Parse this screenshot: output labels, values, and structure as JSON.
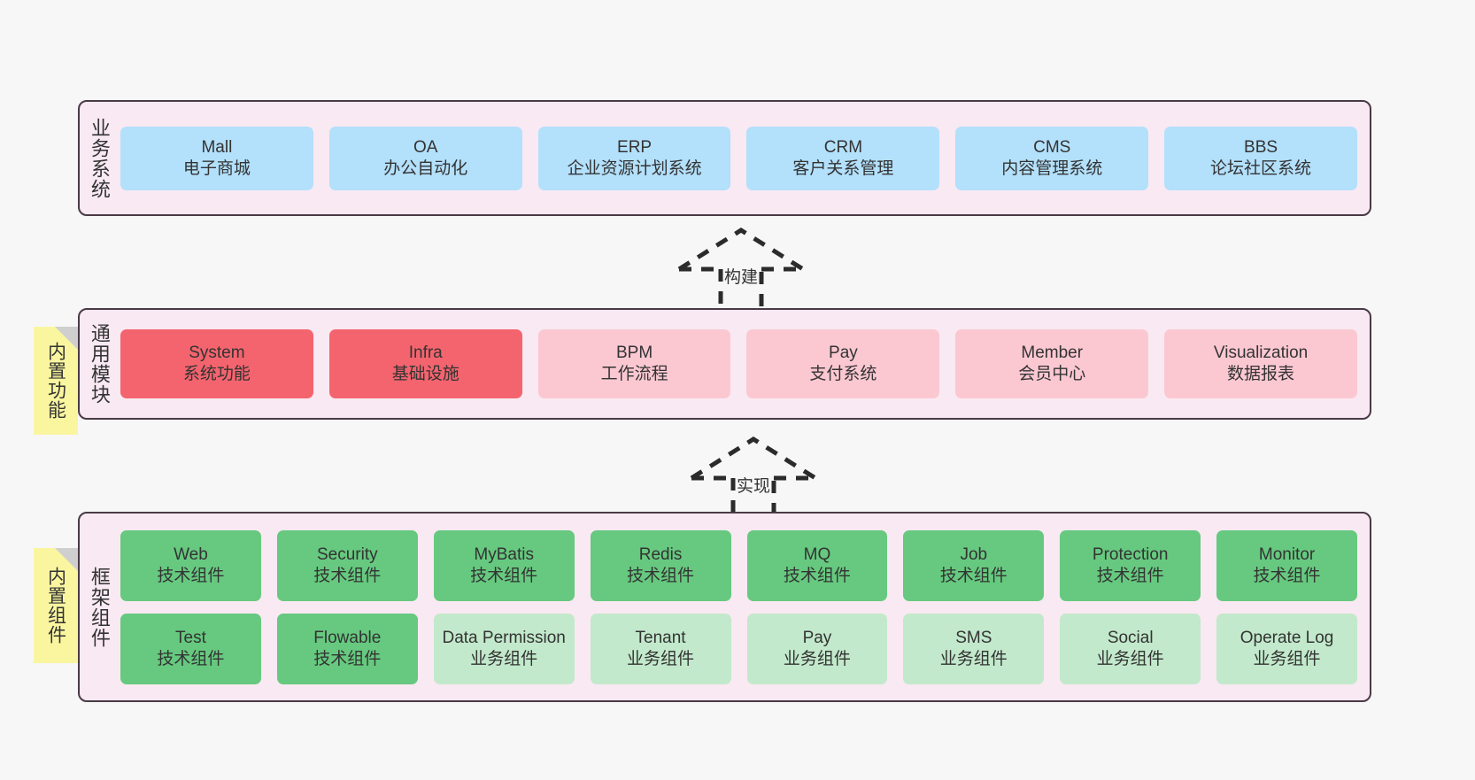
{
  "diagram": {
    "background": "#f7f7f7",
    "panel_fill": "#f9e9f2",
    "panel_border": "#4a3a46"
  },
  "notes": [
    {
      "label": "内置功能",
      "color": "#faf6a0"
    },
    {
      "label": "内置组件",
      "color": "#faf6a0"
    }
  ],
  "arrows": [
    {
      "label": "构建",
      "style": "dashed-hollow-up"
    },
    {
      "label": "实现",
      "style": "dashed-hollow-up"
    }
  ],
  "layers": [
    {
      "title": "业务系统",
      "rows": [
        {
          "cards": [
            {
              "name": "Mall",
              "desc": "电子商城",
              "color": "#b3e0fb"
            },
            {
              "name": "OA",
              "desc": "办公自动化",
              "color": "#b3e0fb"
            },
            {
              "name": "ERP",
              "desc": "企业资源计划系统",
              "color": "#b3e0fb"
            },
            {
              "name": "CRM",
              "desc": "客户关系管理",
              "color": "#b3e0fb"
            },
            {
              "name": "CMS",
              "desc": "内容管理系统",
              "color": "#b3e0fb"
            },
            {
              "name": "BBS",
              "desc": "论坛社区系统",
              "color": "#b3e0fb"
            }
          ]
        }
      ]
    },
    {
      "title": "通用模块",
      "rows": [
        {
          "cards": [
            {
              "name": "System",
              "desc": "系统功能",
              "color": "#f4646e"
            },
            {
              "name": "Infra",
              "desc": "基础设施",
              "color": "#f4646e"
            },
            {
              "name": "BPM",
              "desc": "工作流程",
              "color": "#fbc8d2"
            },
            {
              "name": "Pay",
              "desc": "支付系统",
              "color": "#fbc8d2"
            },
            {
              "name": "Member",
              "desc": "会员中心",
              "color": "#fbc8d2"
            },
            {
              "name": "Visualization",
              "desc": "数据报表",
              "color": "#fbc8d2"
            }
          ]
        }
      ]
    },
    {
      "title": "框架组件",
      "rows": [
        {
          "cards": [
            {
              "name": "Web",
              "desc": "技术组件",
              "color": "#66c97f"
            },
            {
              "name": "Security",
              "desc": "技术组件",
              "color": "#66c97f"
            },
            {
              "name": "MyBatis",
              "desc": "技术组件",
              "color": "#66c97f"
            },
            {
              "name": "Redis",
              "desc": "技术组件",
              "color": "#66c97f"
            },
            {
              "name": "MQ",
              "desc": "技术组件",
              "color": "#66c97f"
            },
            {
              "name": "Job",
              "desc": "技术组件",
              "color": "#66c97f"
            },
            {
              "name": "Protection",
              "desc": "技术组件",
              "color": "#66c97f"
            },
            {
              "name": "Monitor",
              "desc": "技术组件",
              "color": "#66c97f"
            }
          ]
        },
        {
          "cards": [
            {
              "name": "Test",
              "desc": "技术组件",
              "color": "#66c97f"
            },
            {
              "name": "Flowable",
              "desc": "技术组件",
              "color": "#66c97f"
            },
            {
              "name": "Data Permission",
              "desc": "业务组件",
              "color": "#c2e9cb"
            },
            {
              "name": "Tenant",
              "desc": "业务组件",
              "color": "#c2e9cb"
            },
            {
              "name": "Pay",
              "desc": "业务组件",
              "color": "#c2e9cb"
            },
            {
              "name": "SMS",
              "desc": "业务组件",
              "color": "#c2e9cb"
            },
            {
              "name": "Social",
              "desc": "业务组件",
              "color": "#c2e9cb"
            },
            {
              "name": "Operate Log",
              "desc": "业务组件",
              "color": "#c2e9cb"
            }
          ]
        }
      ]
    }
  ]
}
